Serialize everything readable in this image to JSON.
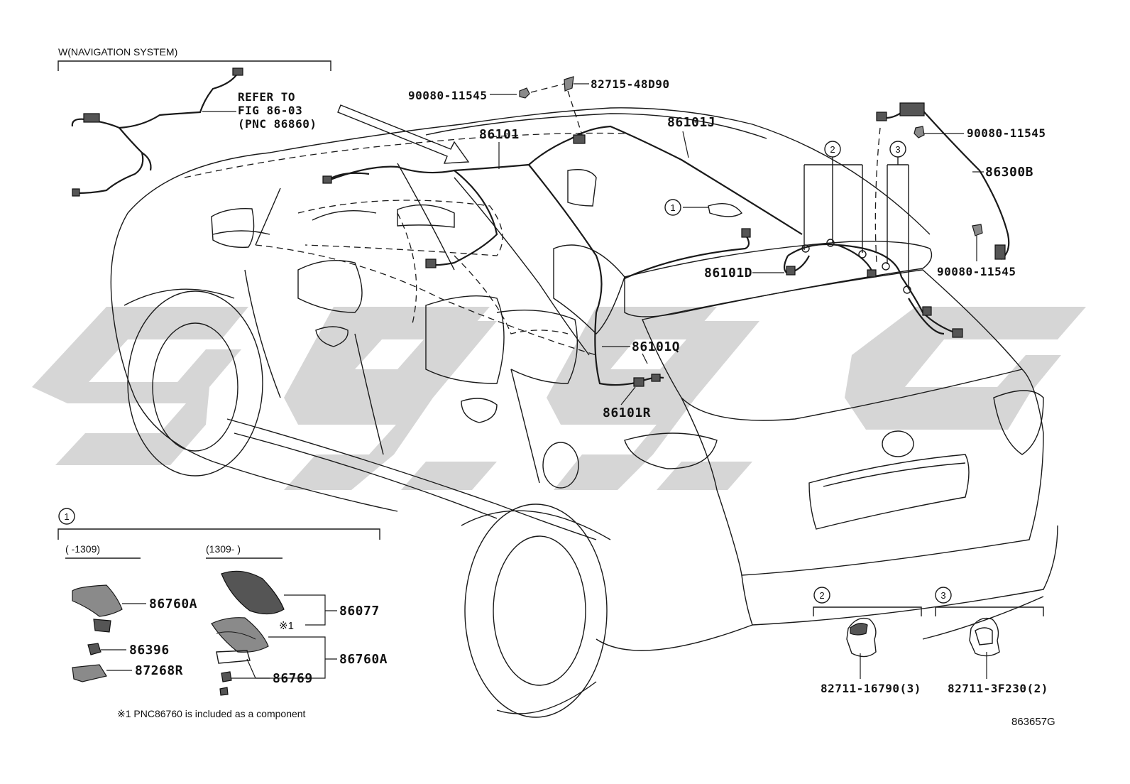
{
  "diagram_id": "863657G",
  "nav_section": {
    "title": "W(NAVIGATION SYSTEM)",
    "refer_line1": "REFER TO",
    "refer_line2": "FIG 86-03",
    "refer_line3": "(PNC 86860)"
  },
  "callouts": {
    "c1": "1",
    "c2": "2",
    "c3": "3"
  },
  "parts": {
    "p90080_top": "90080-11545",
    "p82715": "82715-48D90",
    "p86101": "86101",
    "p86101J": "86101J",
    "p90080_right1": "90080-11545",
    "p86300B": "86300B",
    "p90080_right2": "90080-11545",
    "p86101D": "86101D",
    "p86101Q": "86101Q",
    "p86101R": "86101R"
  },
  "detail1": {
    "callout": "1",
    "left_range": "(      -1309)",
    "right_range": "(1309-      )",
    "p86760A_left": "86760A",
    "p86396": "86396",
    "p87268R": "87268R",
    "p86077": "86077",
    "note_mark": "※1",
    "p86760A_right": "86760A",
    "p86769": "86769",
    "footnote": "※1 PNC86760 is included as a component"
  },
  "detail2": {
    "callout": "2",
    "part": "82711-16790(3)"
  },
  "detail3": {
    "callout": "3",
    "part": "82711-3F230(2)"
  },
  "colors": {
    "line": "#1a1a1a",
    "watermark": "#d6d6d6",
    "part_fill": "#8a8a8a"
  }
}
